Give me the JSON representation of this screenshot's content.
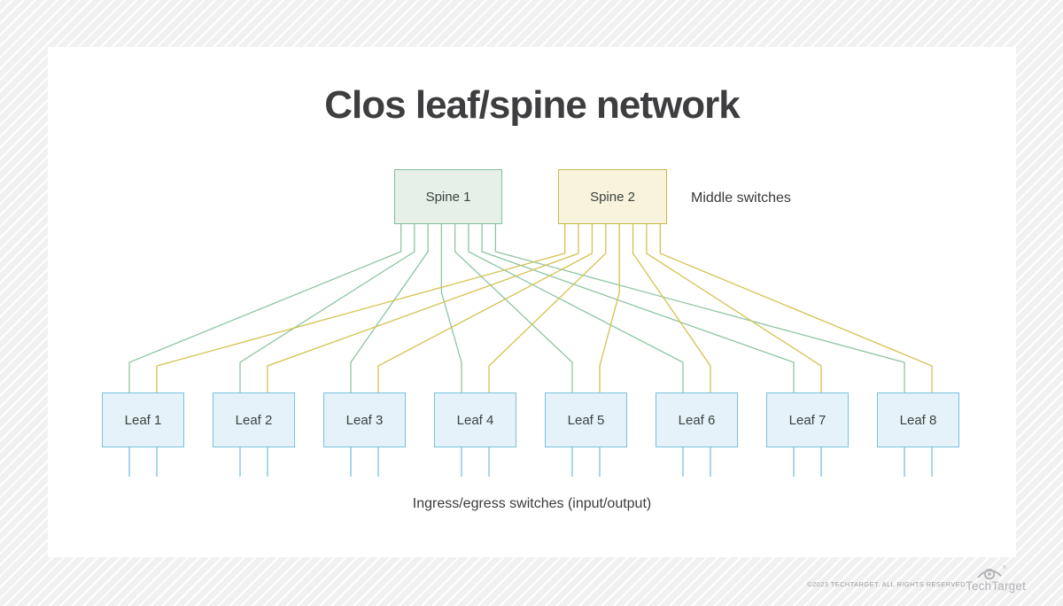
{
  "title": "Clos leaf/spine network",
  "labels": {
    "middle_switches": "Middle switches",
    "ingress_egress": "Ingress/egress switches (input/output)"
  },
  "spines": [
    {
      "label": "Spine 1",
      "fill": "#e6efe8",
      "border": "#85bf9c",
      "line": "#8cc5a2"
    },
    {
      "label": "Spine 2",
      "fill": "#f7f3dc",
      "border": "#c9bb49",
      "line": "#d3c24f"
    }
  ],
  "leaves": [
    {
      "label": "Leaf 1"
    },
    {
      "label": "Leaf 2"
    },
    {
      "label": "Leaf 3"
    },
    {
      "label": "Leaf 4"
    },
    {
      "label": "Leaf 5"
    },
    {
      "label": "Leaf 6"
    },
    {
      "label": "Leaf 7"
    },
    {
      "label": "Leaf 8"
    }
  ],
  "leaf_style": {
    "fill": "#e5f2f9",
    "border": "#79c1de",
    "line": "#7cc0dd"
  },
  "footer": {
    "copyright": "©2023 TECHTARGET. ALL RIGHTS RESERVED",
    "brand": "TechTarget",
    "registered_mark": "®"
  },
  "colors": {
    "page_background": "#f1f1f2",
    "card_background": "#ffffff",
    "title_text": "#3e3e40",
    "label_text": "#3a3a3a",
    "footer_text": "#9b9ba0",
    "brand_grey": "#b4b4b8"
  }
}
